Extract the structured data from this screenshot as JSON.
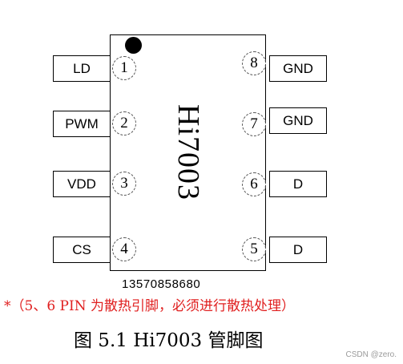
{
  "chip": {
    "name": "Hi7003"
  },
  "left_pins": [
    {
      "number": "1",
      "label": "LD"
    },
    {
      "number": "2",
      "label": "PWM"
    },
    {
      "number": "3",
      "label": "VDD"
    },
    {
      "number": "4",
      "label": "CS"
    }
  ],
  "right_pins": [
    {
      "number": "8",
      "label": "GND"
    },
    {
      "number": "7",
      "label": "GND"
    },
    {
      "number": "6",
      "label": "D"
    },
    {
      "number": "5",
      "label": "D"
    }
  ],
  "phone": "13570858680",
  "note": "*（5、6 PIN 为散热引脚，必须进行散热处理）",
  "caption": "图 5.1 Hi7003 管脚图",
  "watermark": "CSDN @zero."
}
